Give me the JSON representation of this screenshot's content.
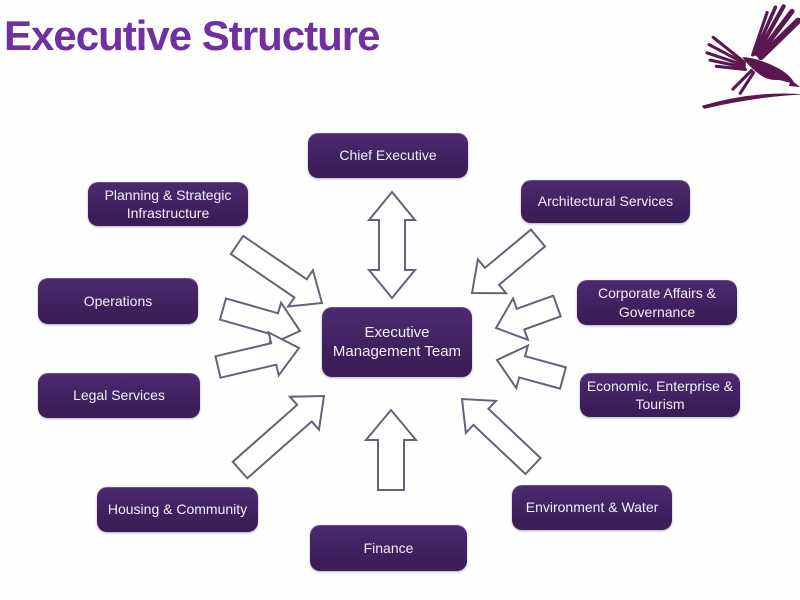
{
  "title": "Executive Structure",
  "logo": {
    "name": "eagle-logo",
    "color": "#5a1750"
  },
  "colors": {
    "title": "#7030a0",
    "box_bg1": "#4c2a70",
    "box_bg2": "#3b1d58",
    "box_text": "#f3edf9",
    "arrow_fill": "#ffffff",
    "arrow_stroke": "#63637a"
  },
  "diagram": {
    "center": {
      "lines": [
        "Executive",
        "Management Team"
      ]
    },
    "nodes": {
      "chief": {
        "lines": [
          "Chief Executive"
        ]
      },
      "planning": {
        "lines": [
          "Planning & Strategic",
          "Infrastructure"
        ]
      },
      "architectural": {
        "lines": [
          "Architectural  Services"
        ]
      },
      "operations": {
        "lines": [
          "Operations"
        ]
      },
      "corporate": {
        "lines": [
          "Corporate Affairs &",
          "Governance"
        ]
      },
      "legal": {
        "lines": [
          "Legal Services"
        ]
      },
      "economic": {
        "lines": [
          "Economic, Enterprise &",
          "Tourism"
        ]
      },
      "housing": {
        "lines": [
          "Housing & Community"
        ]
      },
      "environment": {
        "lines": [
          "Environment & Water"
        ]
      },
      "finance": {
        "lines": [
          "Finance"
        ]
      }
    }
  }
}
